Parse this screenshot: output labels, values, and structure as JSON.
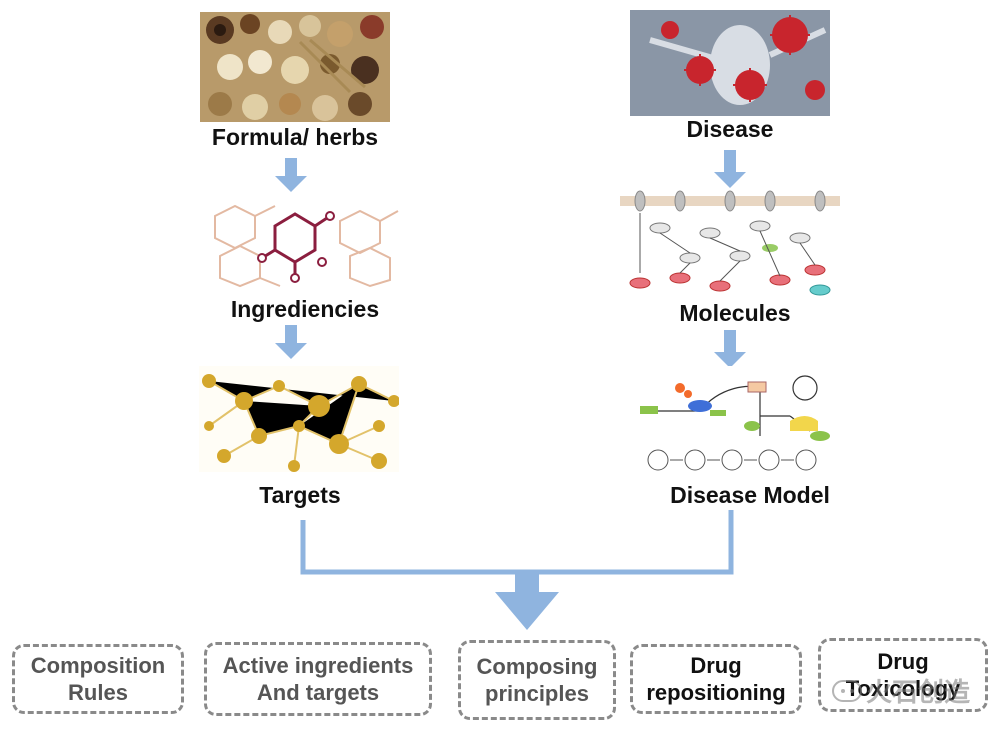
{
  "left_column": {
    "formula_label": "Formula/ herbs",
    "ingredients_label": "Ingrediencies",
    "targets_label": "Targets"
  },
  "right_column": {
    "disease_label": "Disease",
    "molecules_label": "Molecules",
    "disease_model_label": "Disease Model"
  },
  "outputs": [
    {
      "line1": "Composition",
      "line2": "Rules"
    },
    {
      "line1": "Active ingredients",
      "line2": "And targets"
    },
    {
      "line1": "Composing",
      "line2": "principles"
    },
    {
      "line1": "Drug",
      "line2": "repositioning"
    },
    {
      "line1": "Drug",
      "line2": "Toxicology"
    }
  ],
  "watermark": "火石创造",
  "colors": {
    "arrow": "#8fb4df",
    "box_border": "#8a8a8a",
    "gold": "#d4a72c"
  }
}
